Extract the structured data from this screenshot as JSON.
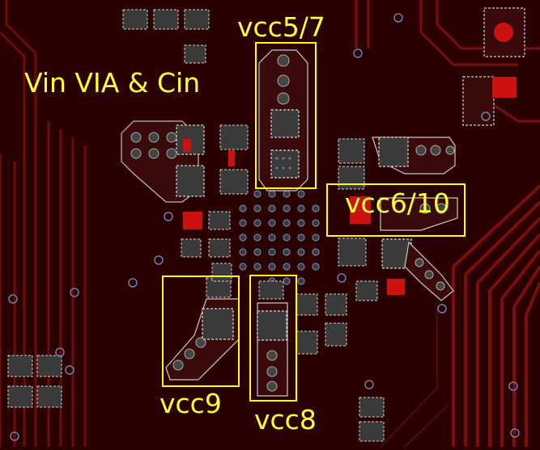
{
  "labels": {
    "vin_cin": "Vin VIA &  Cin",
    "vcc5_7": "vcc5/7",
    "vcc6_10": "vcc6/10",
    "vcc9": "vcc9",
    "vcc8": "vcc8"
  },
  "colors": {
    "board": "#2a0000",
    "copper": "#3a0a0a",
    "trace": "#8a1010",
    "pad": "#3c3c3c",
    "silk": "#d8d8d8",
    "highlight": "#ffff00",
    "red_pad": "#cc1111"
  }
}
